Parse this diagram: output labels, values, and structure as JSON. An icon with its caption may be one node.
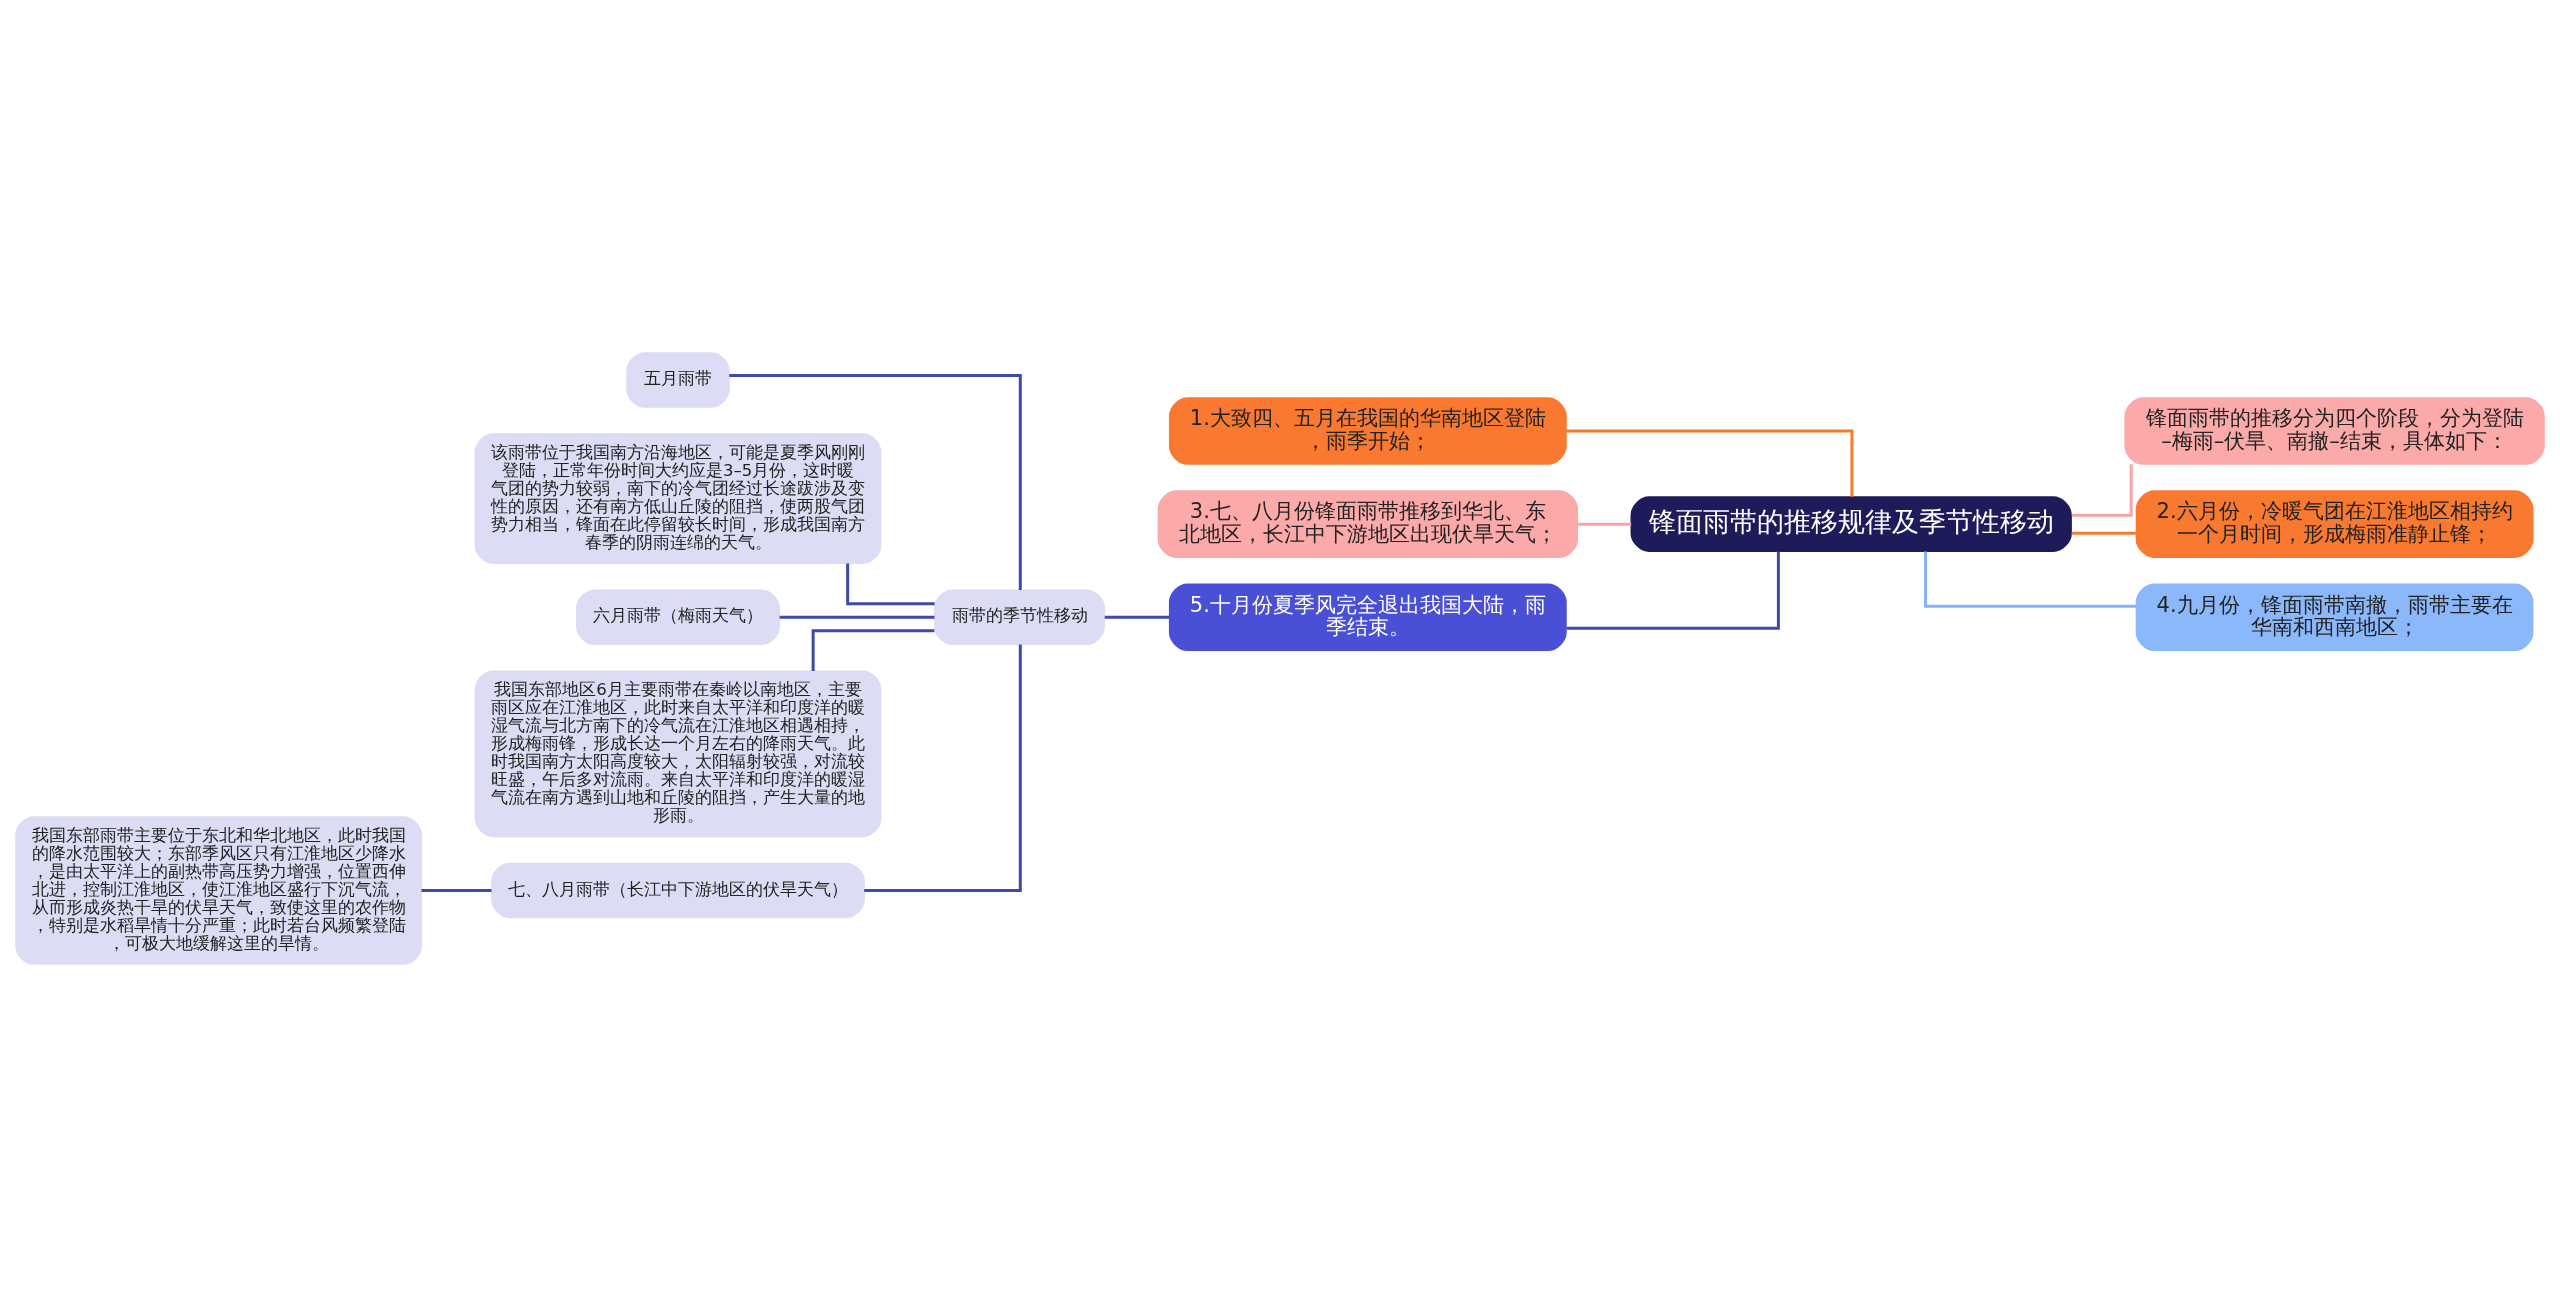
{
  "diagram": {
    "nodes": [
      {
        "text": [
          "锋面雨带的推移规律及季节性移动"
        ]
      },
      {
        "text": [
          "锋面雨带的推移分为四个阶段，分为登陆–梅雨–伏旱、南撤–结束，具体如下："
        ]
      },
      {
        "text": [
          "2.六月份，冷暖气团在江淮地区相持约一个月时间，形成梅雨准静止锋；"
        ]
      },
      {
        "text": [
          "4.九月份，锋面雨带南撤，雨带主要在华南和西南地区；"
        ]
      },
      {
        "text": [
          "1.大致四、五月在我国的华南地区登陆，雨季开始；"
        ]
      },
      {
        "text": [
          "3.七、八月份锋面雨带推移到华北、东北地区，长江中下游地区出现伏旱天气；"
        ]
      },
      {
        "text": [
          "5.十月份夏季风完全退出我国大陆，雨季结束。"
        ]
      },
      {
        "text": [
          "雨带的季节性移动"
        ]
      },
      {
        "text": [
          "五月雨带"
        ]
      },
      {
        "text": [
          "该雨带位于我国南方沿海地区，可能是夏季风刚刚登陆，正常年份时间大约应是3–5月份，这时暖气团的势力较弱，南下的冷气团经过长途跋涉及变性的原因，还有南方低山丘陵的阻挡，使两股气团势力相当，锋面在此停留较长时间，形成我国南方春季的阴雨连绵的天气。"
        ]
      },
      {
        "text": [
          "六月雨带（梅雨天气）"
        ]
      },
      {
        "text": [
          "我国东部地区6月主要雨带在秦岭以南地区，主要雨区应在江淮地区，此时来自太平洋和印度洋的暖湿气流与北方南下的冷气流在江淮地区相遇相持，形成梅雨锋，形成长达一个月左右的降雨天气。此时我国南方太阳高度较大，太阳辐射较强，对流较旺盛，午后多对流雨。来自太平洋和印度洋的暖湿气流在南方遇到山地和丘陵的阻挡，产生大量的地形雨。"
        ]
      },
      {
        "text": [
          "七、八月雨带（长江中下游地区的伏旱天气）"
        ]
      },
      {
        "text": [
          "我国东部雨带主要位于东北和华北地区，此时我国的降水范围较大；东部季风区只有江淮地区少降水，是由太平洋上的副热带高压势力增强，位置西伸北进，控制江淮地区，使江淮地区盛行下沉气流，从而形成炎热干旱的伏旱天气，致使这里的农作物，特别是水稻旱情十分严重；此时若台风频繁登陆，可极大地缓解这里的旱情。"
        ]
      }
    ],
    "edges": [
      {
        "from": 0,
        "to": 1,
        "arrow": "none",
        "color": "#f6a5a5"
      },
      {
        "from": 0,
        "to": 2,
        "arrow": "none",
        "color": "#f47b2f"
      },
      {
        "from": 0,
        "to": 3,
        "arrow": "none",
        "color": "#86b3f7"
      },
      {
        "from": 0,
        "to": 4,
        "arrow": "none",
        "color": "#f47b2f"
      },
      {
        "from": 0,
        "to": 5,
        "arrow": "none",
        "color": "#f6a5a5"
      },
      {
        "from": 0,
        "to": 6,
        "arrow": "none"
      },
      {
        "from": 6,
        "to": 7,
        "arrow": "none"
      },
      {
        "from": 7,
        "to": 8,
        "arrow": "none"
      },
      {
        "from": 7,
        "to": 9,
        "arrow": "none"
      },
      {
        "from": 7,
        "to": 10,
        "arrow": "none"
      },
      {
        "from": 7,
        "to": 11,
        "arrow": "none"
      },
      {
        "from": 7,
        "to": 12,
        "arrow": "none"
      },
      {
        "from": 12,
        "to": 13,
        "arrow": "none"
      }
    ]
  }
}
